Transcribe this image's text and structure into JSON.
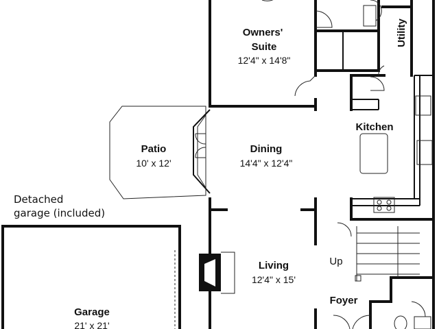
{
  "rooms": {
    "owners_suite": {
      "name_line1": "Owners'",
      "name_line2": "Suite",
      "dims": "12'4\" x 14'8\""
    },
    "utility": {
      "name": "Utility"
    },
    "kitchen": {
      "name": "Kitchen"
    },
    "patio": {
      "name": "Patio",
      "dims": "10' x 12'"
    },
    "dining": {
      "name": "Dining",
      "dims": "14'4\" x 12'4\""
    },
    "living": {
      "name": "Living",
      "dims": "12'4\" x 15'"
    },
    "foyer": {
      "name": "Foyer"
    },
    "garage": {
      "name": "Garage",
      "dims": "21' x 21'"
    }
  },
  "notes": {
    "detached_line1": "Detached",
    "detached_line2": "garage (included)",
    "stairs_label": "Up"
  }
}
